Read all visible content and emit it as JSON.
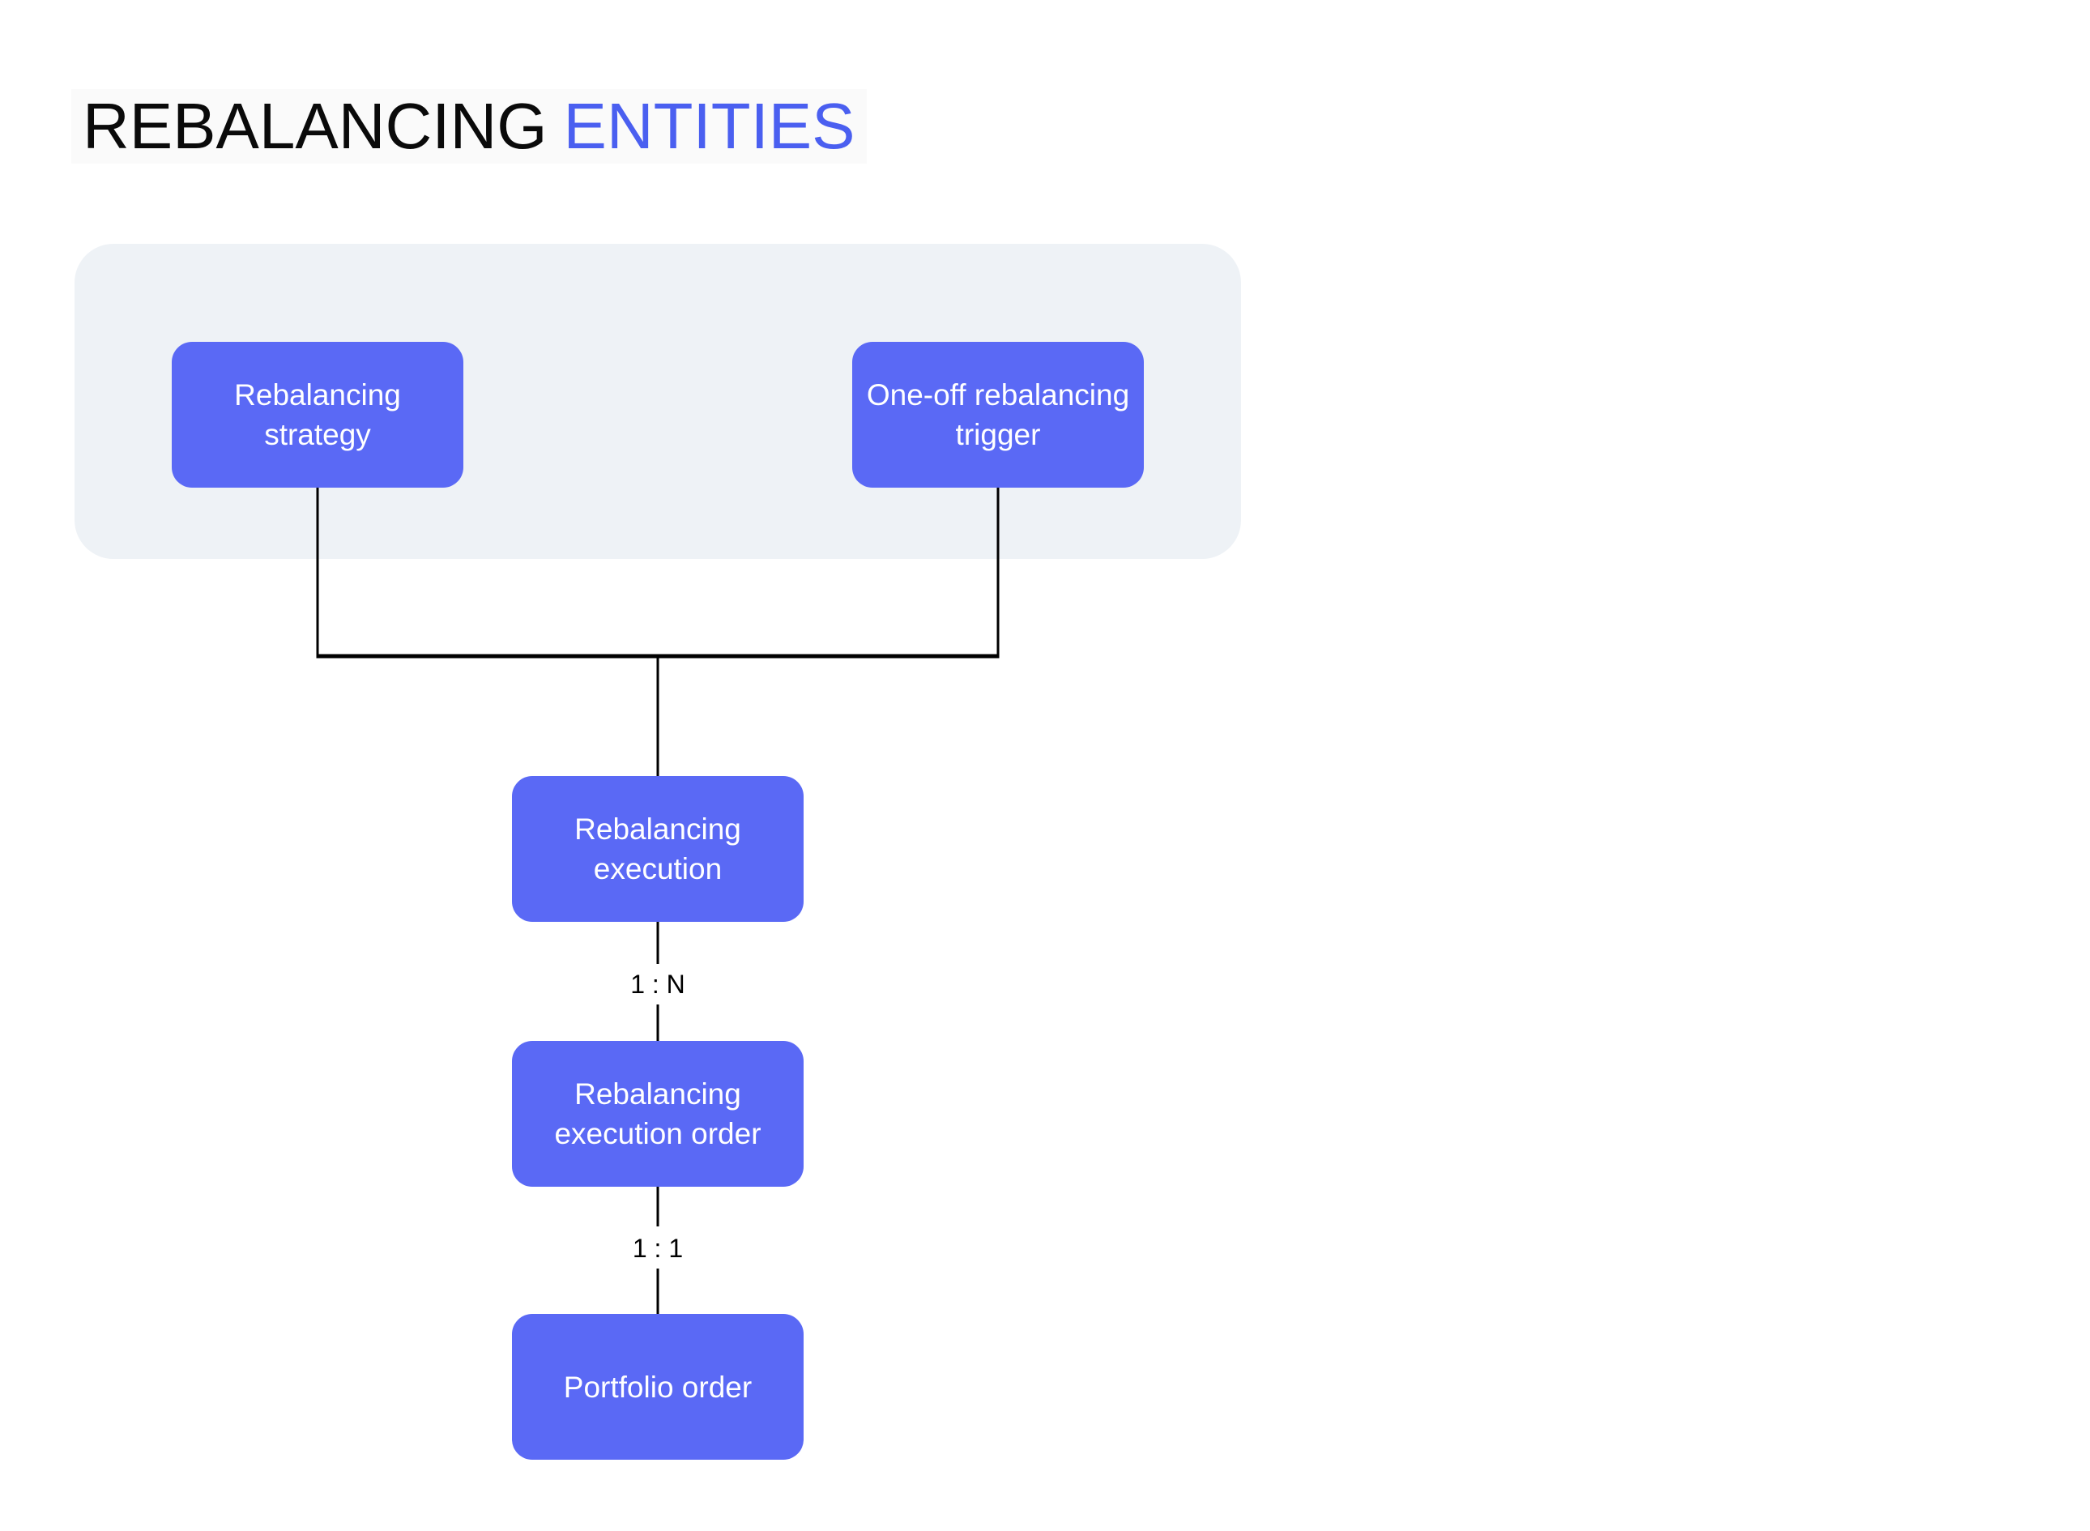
{
  "title": {
    "text_black": "REBALANCING",
    "text_accent": "ENTITIES"
  },
  "nodes": {
    "strategy": {
      "label": "Rebalancing\nstrategy"
    },
    "trigger": {
      "label": "One-off rebalancing\ntrigger"
    },
    "execution": {
      "label": "Rebalancing\nexecution"
    },
    "execution_order": {
      "label": "Rebalancing\nexecution order"
    },
    "portfolio_order": {
      "label": "Portfolio order"
    }
  },
  "relationships": {
    "execution_to_execution_order": "1 : N",
    "execution_order_to_portfolio_order": "1 : 1"
  },
  "colors": {
    "accent_blue": "#4a5ff0",
    "node_blue": "#5a69f5",
    "node_text": "#ffffff",
    "group_background": "#eef2f6",
    "title_background": "#fafafa",
    "title_text": "#0a0a0a",
    "connector": "#000000",
    "page_background": "#ffffff"
  }
}
